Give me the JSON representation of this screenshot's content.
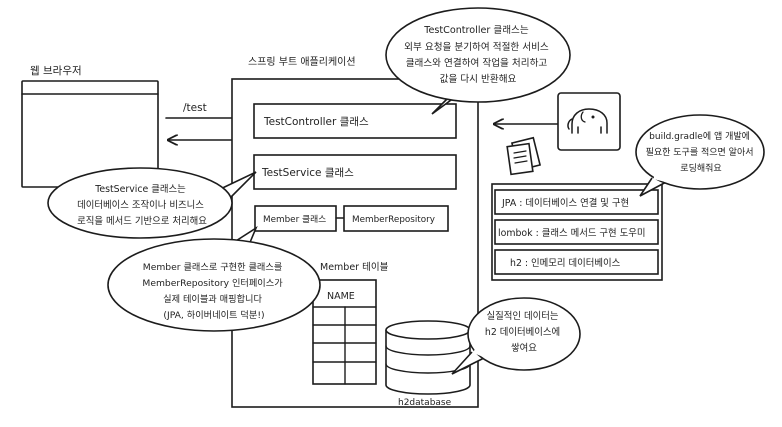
{
  "browser": {
    "label": "웹 브라우저"
  },
  "request": {
    "label": "/test"
  },
  "spring_app": {
    "label": "스프링 부트 애플리케이션"
  },
  "components": {
    "controller": "TestController 클래스",
    "service": "TestService 클래스",
    "member": "Member 클래스",
    "repository": "MemberRepository"
  },
  "member_table": {
    "title": "Member 테이블",
    "column": "NAME"
  },
  "database": {
    "label": "h2database"
  },
  "dependencies": {
    "jpa": "JPA : 데이터베이스 연결 및 구현",
    "lombok": "lombok : 클래스 메서드 구현 도우미",
    "h2": "h2 : 인메모리 데이터베이스"
  },
  "bubbles": {
    "controller": [
      "TestController 클래스는",
      "외부 요청을 분기하여 적절한 서비스",
      "클래스와 연결하여 작업을 처리하고",
      "값을 다시 반환해요"
    ],
    "service": [
      "TestService 클래스는",
      "데이터베이스 조작이나 비즈니스",
      "로직을 메서드 기반으로 처리해요"
    ],
    "member": [
      "Member 클래스로 구현한 클래스를",
      "MemberRepository 인터페이스가",
      "실제 테이블과 매핑합니다",
      "(JPA, 하이버네이트 덕분!)"
    ],
    "database": [
      "실질적인 데이터는",
      "h2 데이터베이스에",
      "쌓여요"
    ],
    "gradle": [
      "build.gradle에 앱 개발에",
      "필요한 도구를 적으면 알아서",
      "로딩해줘요"
    ]
  },
  "icons": {
    "gradle": "elephant-icon",
    "file": "document-icon"
  }
}
